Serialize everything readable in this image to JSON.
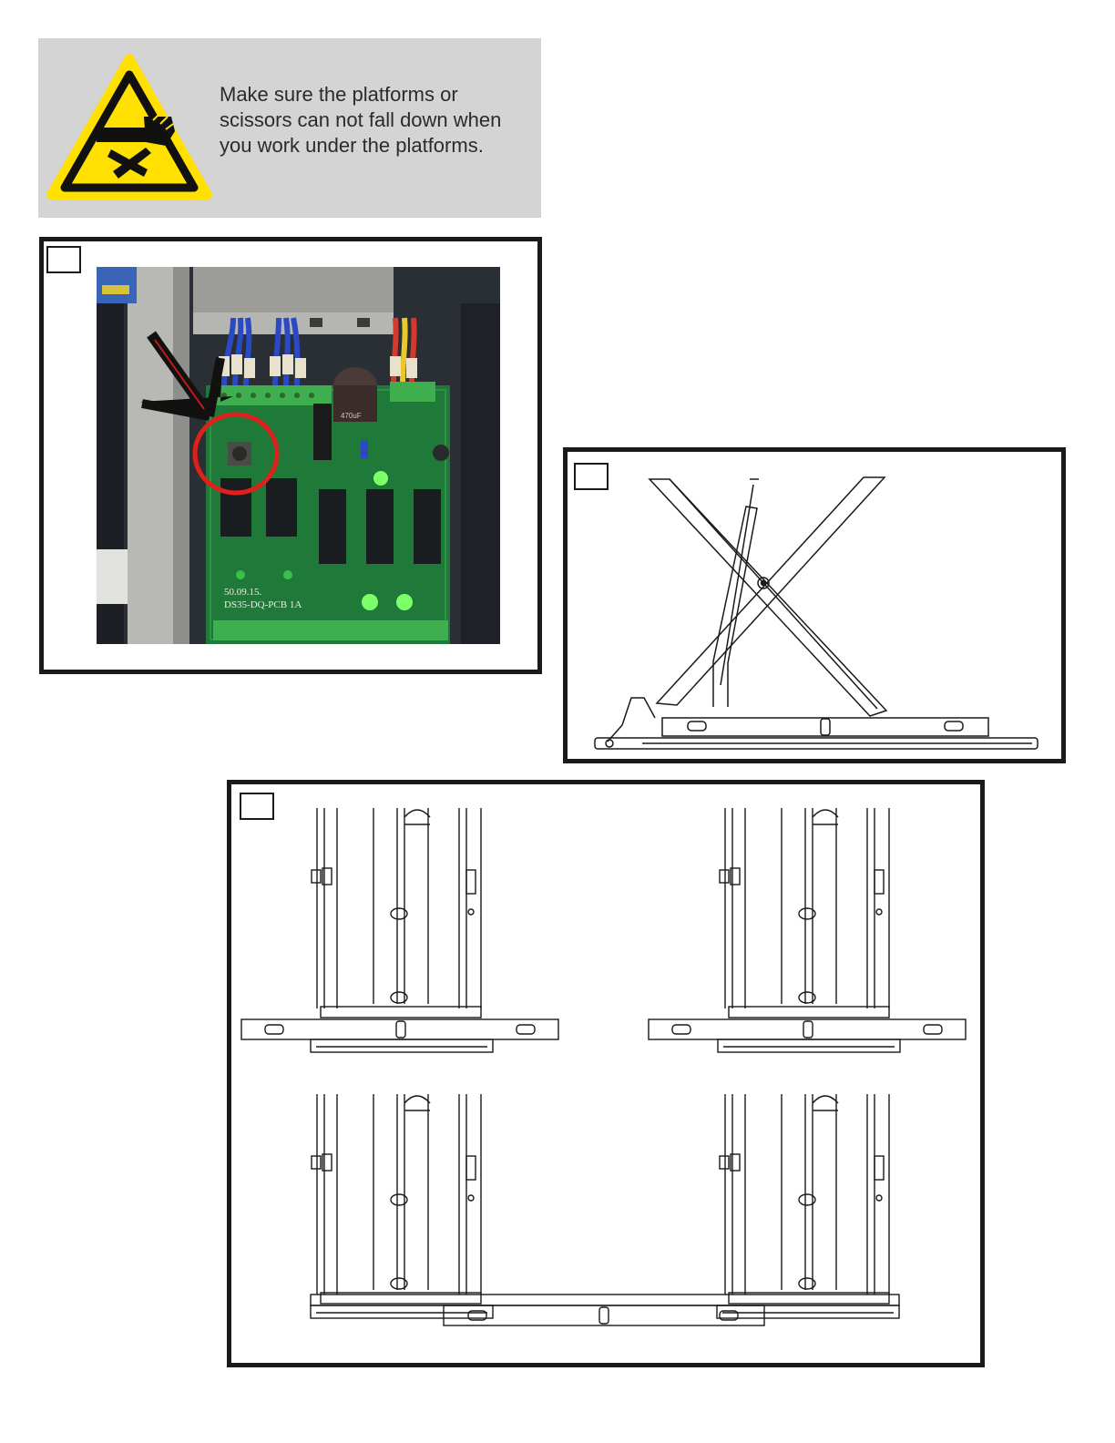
{
  "warning": {
    "icon": "pinch-hazard-warning-icon",
    "text": " Make sure the platforms or\nscissors can not fall down when\nyou work under the platforms."
  },
  "photo": {
    "board_label_line1": "50.09.15.",
    "board_label_line2": "DS35-DQ-PCB 1A",
    "capacitor_label": "470uF"
  },
  "colors": {
    "warning_yellow": "#ffe000",
    "panel_border": "#1a1a1a",
    "pcb_green": "#1f7a3a",
    "highlight_red": "#e0201c",
    "led_green": "#7dff6a"
  }
}
